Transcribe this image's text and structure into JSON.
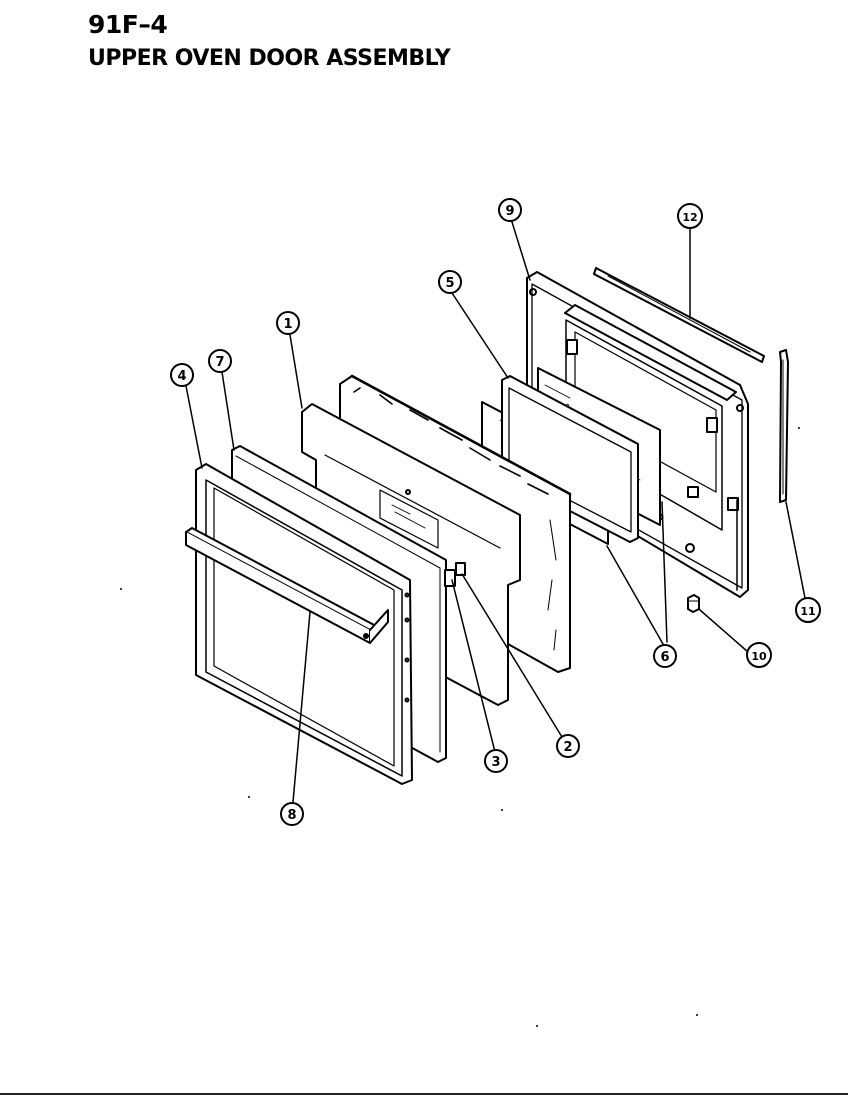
{
  "header": {
    "code": "91F–4",
    "title": "UPPER OVEN DOOR ASSEMBLY"
  },
  "callouts": {
    "c1": "1",
    "c2": "2",
    "c3": "3",
    "c4": "4",
    "c5": "5",
    "c6": "6",
    "c7": "7",
    "c8": "8",
    "c9": "9",
    "c10": "10",
    "c11": "11",
    "c12": "12"
  }
}
